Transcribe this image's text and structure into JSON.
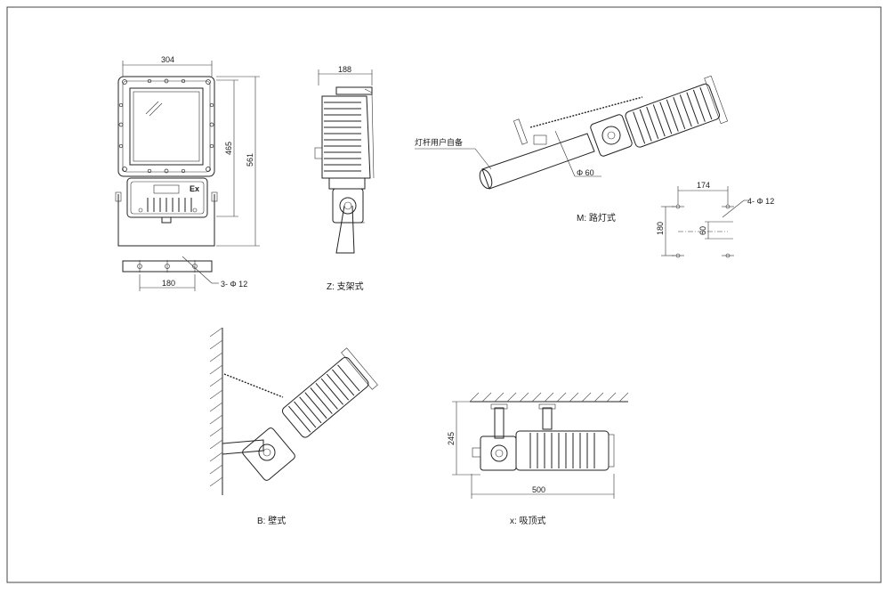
{
  "dimensions": {
    "front_width": "304",
    "front_height_inner": "465",
    "front_height_total": "561",
    "bracket_hole_spacing": "180",
    "bracket_holes": "3- Φ 12",
    "side_width": "188",
    "pole_diameter": "Φ 60",
    "flange_width": "174",
    "flange_height": "180",
    "flange_offset": "60",
    "flange_holes": "4- Φ 12",
    "ceiling_height": "245",
    "ceiling_length": "500"
  },
  "labels": {
    "pole_note": "灯杆用户自备",
    "front_badge": "Ex",
    "caption_bracket": "Z: 支架式",
    "caption_pole": "M: 路灯式",
    "caption_wall": "B: 壁式",
    "caption_ceiling": "x: 吸顶式"
  },
  "colors": {
    "line": "#222222",
    "background": "#ffffff",
    "frame": "#444444"
  }
}
